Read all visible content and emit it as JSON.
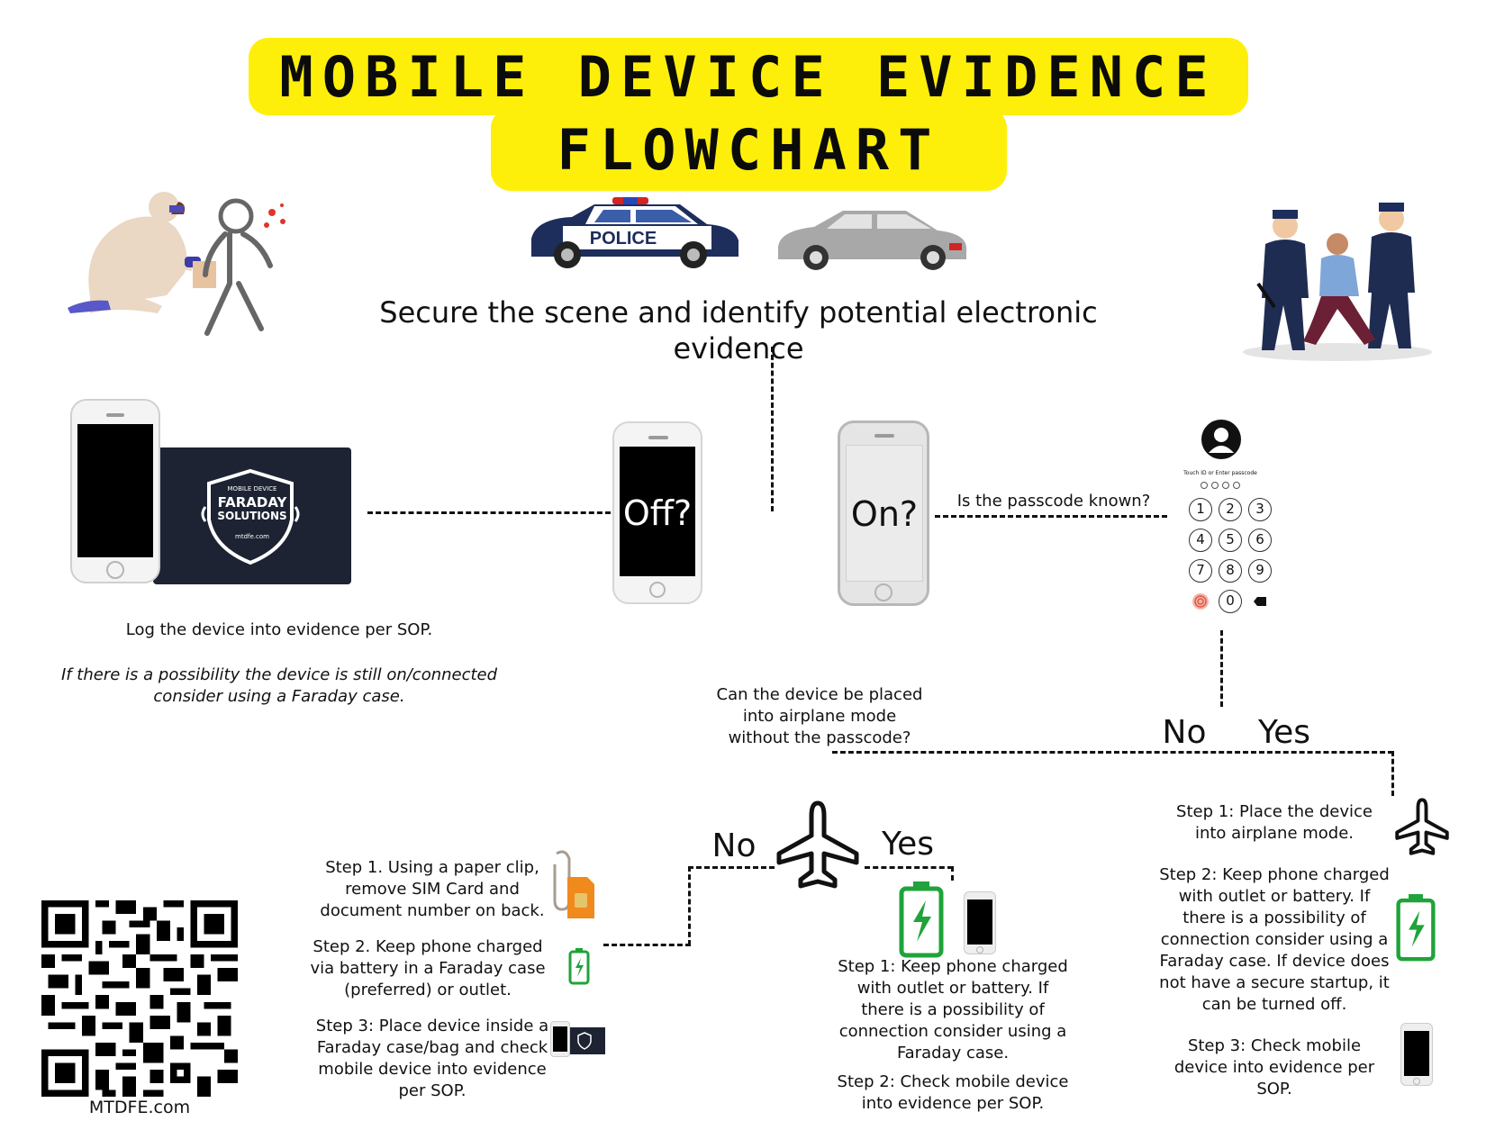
{
  "title": {
    "line1": "MOBILE DEVICE EVIDENCE",
    "line2": "FLOWCHART"
  },
  "police_car": {
    "label": "POLICE"
  },
  "main_instruction": "Secure the scene and identify potential electronic evidence",
  "faraday_case": {
    "line1": "MOBILE DEVICE",
    "line2": "FARADAY",
    "line3": "SOLUTIONS",
    "line4": "mtdfe.com"
  },
  "off_phone": {
    "label": "Off?"
  },
  "on_phone": {
    "label": "On?"
  },
  "passcode_question": "Is the passcode known?",
  "lockscreen": {
    "prompt": "Touch ID or Enter passcode",
    "keys": [
      "1",
      "2",
      "3",
      "4",
      "5",
      "6",
      "7",
      "8",
      "9",
      "0"
    ]
  },
  "log_text": "Log the device into evidence per SOP.",
  "faraday_note": "If there is a possibility the device is still on/connected consider using a Faraday case.",
  "airplane_question": "Can the device be placed into airplane mode without the passcode?",
  "branch_top": {
    "no": "No",
    "yes": "Yes"
  },
  "branch_mid": {
    "no": "No",
    "yes": "Yes"
  },
  "no_steps": {
    "step1": "Step 1. Using a paper clip, remove SIM Card and document number on back.",
    "step2": "Step 2. Keep phone charged via  battery in a Faraday case (preferred) or outlet.",
    "step3": "Step 3: Place device inside a Faraday case/bag and check mobile device into evidence per SOP."
  },
  "mid_yes_steps": {
    "step1": "Step 1: Keep phone charged with outlet or battery. If there is a possibility of connection consider using a Faraday case.",
    "step2": "Step 2: Check mobile device into evidence per SOP."
  },
  "right_steps": {
    "step1": "Step 1: Place the device into airplane mode.",
    "step2": "Step 2: Keep phone charged with outlet or battery. If there is a possibility of connection consider using a Faraday case. If device does not have a secure startup, it can be turned off.",
    "step3": "Step 3: Check mobile device into evidence per SOP."
  },
  "qr_caption": "MTDFE.com",
  "colors": {
    "title_band": "#fdef0a",
    "battery_green": "#1fa33a",
    "police_navy": "#1d2d5c",
    "sim_orange": "#f08a1d"
  }
}
